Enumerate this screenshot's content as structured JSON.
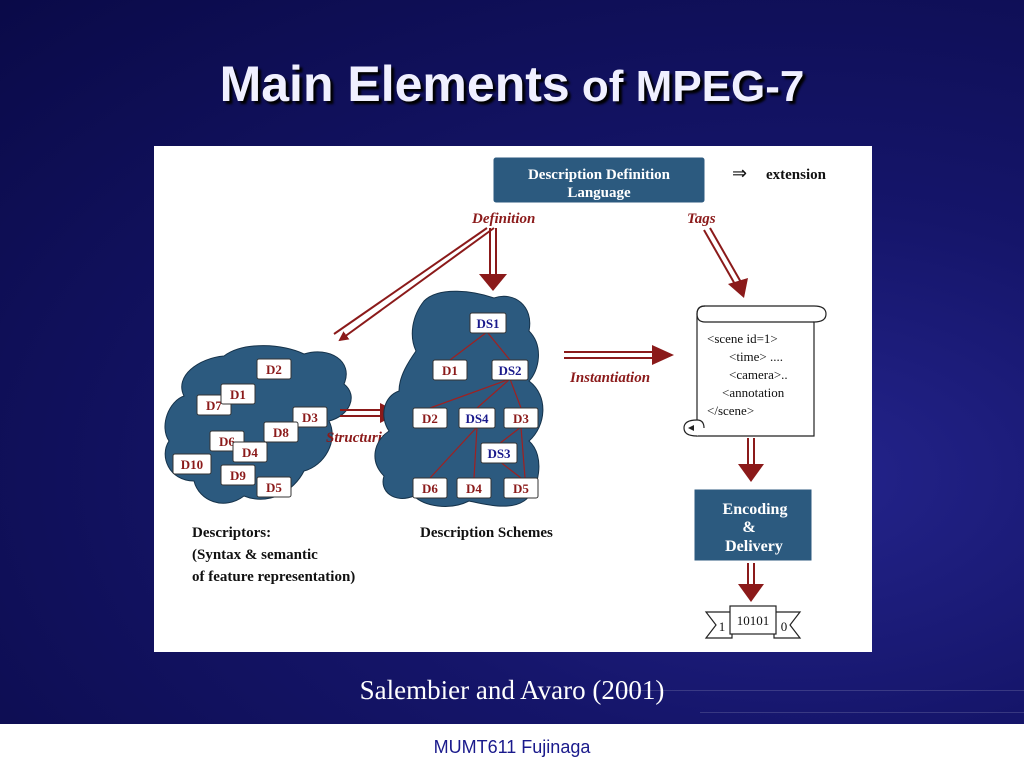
{
  "slide": {
    "title_main": "Main Elements",
    "title_rest": " of MPEG-7",
    "citation": "Salembier and Avaro (2001)",
    "footer": "MUMT611 Fujinaga"
  },
  "diagram": {
    "ddl_box": {
      "line1": "Description Definition",
      "line2": "Language"
    },
    "extension_arrow": "⇒",
    "extension_label": "extension",
    "definition_label": "Definition",
    "tags_label": "Tags",
    "structuring_label": "Structuring",
    "instantiation_label": "Instantiation",
    "descriptors": {
      "nodes": [
        "D2",
        "D1",
        "D7",
        "D3",
        "D8",
        "D6",
        "D4",
        "D10",
        "D9",
        "D5"
      ],
      "caption_line1": "Descriptors:",
      "caption_line2": "(Syntax & semantic",
      "caption_line3": "of feature representation)"
    },
    "schemes": {
      "nodes": [
        "DS1",
        "D1",
        "DS2",
        "D2",
        "DS4",
        "D3",
        "DS3",
        "D6",
        "D4",
        "D5"
      ],
      "caption": "Description Schemes"
    },
    "scroll_lines": [
      "<scene id=1>",
      "<time> ....",
      "<camera>..",
      "<annotation",
      "</scene>"
    ],
    "encoding_box": {
      "line1": "Encoding",
      "line2": "&",
      "line3": "Delivery"
    },
    "bitstream": {
      "left": "1",
      "center": "10101",
      "right": "0"
    },
    "colors": {
      "box_fill": "#2c5a7f",
      "arrow": "#8b1a1a",
      "node_text": "#8b1a1a",
      "ds_text": "#1a1a8c"
    }
  }
}
